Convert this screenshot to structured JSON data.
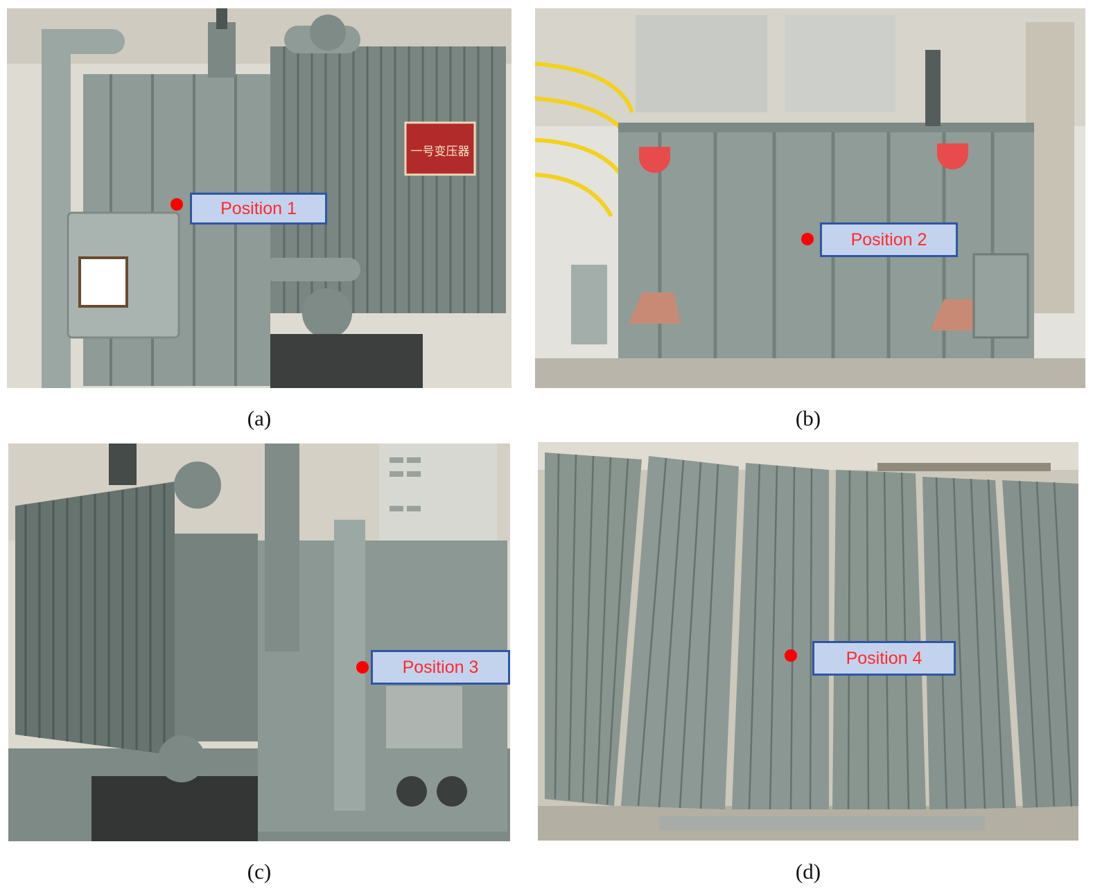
{
  "panels": [
    {
      "id": "a",
      "caption": "(a)",
      "position_label": "Position 1",
      "nameplate_text": "一号变压器",
      "bg_colors": [
        "#8d9a95",
        "#6f7c78",
        "#e6e3da"
      ]
    },
    {
      "id": "b",
      "caption": "(b)",
      "position_label": "Position 2",
      "bg_colors": [
        "#8f9c97",
        "#c7c9c2",
        "#e84b4b"
      ]
    },
    {
      "id": "c",
      "caption": "(c)",
      "position_label": "Position 3",
      "bg_colors": [
        "#5f6c68",
        "#8a9893",
        "#dcd9cf"
      ]
    },
    {
      "id": "d",
      "caption": "(d)",
      "position_label": "Position 4",
      "bg_colors": [
        "#8d9994",
        "#707c78",
        "#c9c4b8"
      ]
    }
  ],
  "colors": {
    "marker": "#ff0000",
    "label_fill": "#c3d3ee",
    "label_border": "#2f55a4",
    "label_text": "#ff2a2a"
  }
}
